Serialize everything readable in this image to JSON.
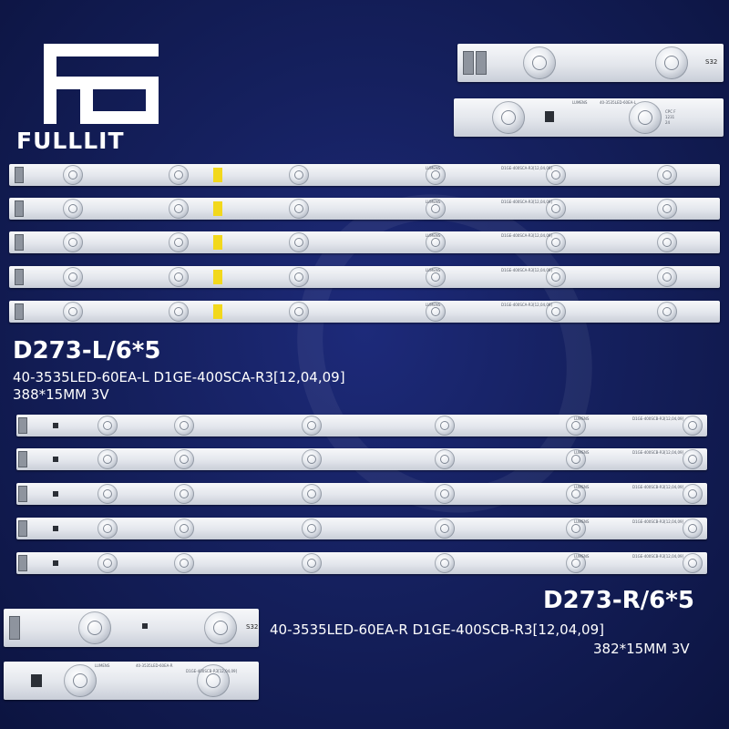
{
  "brand": {
    "name": "FULLLIT"
  },
  "left_set": {
    "title": "D273-L/6*5",
    "part_number": "40-3535LED-60EA-L D1GE-400SCA-R3[12,04,09]",
    "size_spec": "388*15MM 3V"
  },
  "right_set": {
    "title": "D273-R/6*5",
    "part_number": "40-3535LED-60EA-R D1GE-400SCB-R3[12,04,09]",
    "size_spec": "382*15MM 3V"
  },
  "strip_labels": {
    "maker": "LUMENS",
    "left_code": "40-3535LED-60EA-L",
    "left_board": "D1GE-400SCA-R3[12,04,09]",
    "right_code": "40-3535LED-60EA-R",
    "right_board": "D1GE-400SCB-R3[12,04,09]",
    "cert": "CPC F",
    "lot": "1231",
    "batch": "24",
    "sticker": "S32"
  },
  "colors": {
    "background": "#15205e",
    "strip": "#e8ebf0",
    "sticker": "#f2d81c",
    "text": "#ffffff"
  }
}
